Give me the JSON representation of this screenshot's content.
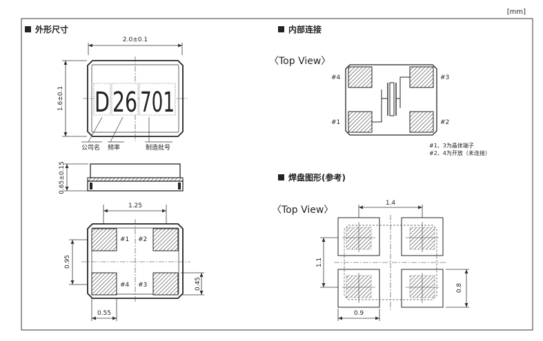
{
  "unit_label": "[mm]",
  "sections": {
    "outline": "外形尺寸",
    "internal": "内部连接",
    "land": "焊盘图形(参考)"
  },
  "outline": {
    "width_dim": "2.0±0.1",
    "height_dim": "1.6±0.1",
    "marking": [
      "D",
      "26",
      "701"
    ],
    "marking_labels": [
      "公司名",
      "频率",
      "制造批号"
    ],
    "thickness_dim": "0.65±0.15",
    "pad_pitch_x": "1.25",
    "pad_pitch_y": "0.95",
    "pad_height": "0.45",
    "pad_width": "0.55",
    "pins": [
      "#1",
      "#2",
      "#4",
      "#3"
    ]
  },
  "internal": {
    "top_view": "〈Top View〉",
    "pins": [
      "#4",
      "#3",
      "#1",
      "#2"
    ],
    "note_lines": [
      "#1、3为晶体端子",
      "#2、4为开放（未连接）"
    ]
  },
  "land": {
    "top_view": "〈Top View〉",
    "dim_1_4": "1.4",
    "dim_1_1": "1.1",
    "dim_0_8": "0.8",
    "dim_0_9": "0.9"
  }
}
